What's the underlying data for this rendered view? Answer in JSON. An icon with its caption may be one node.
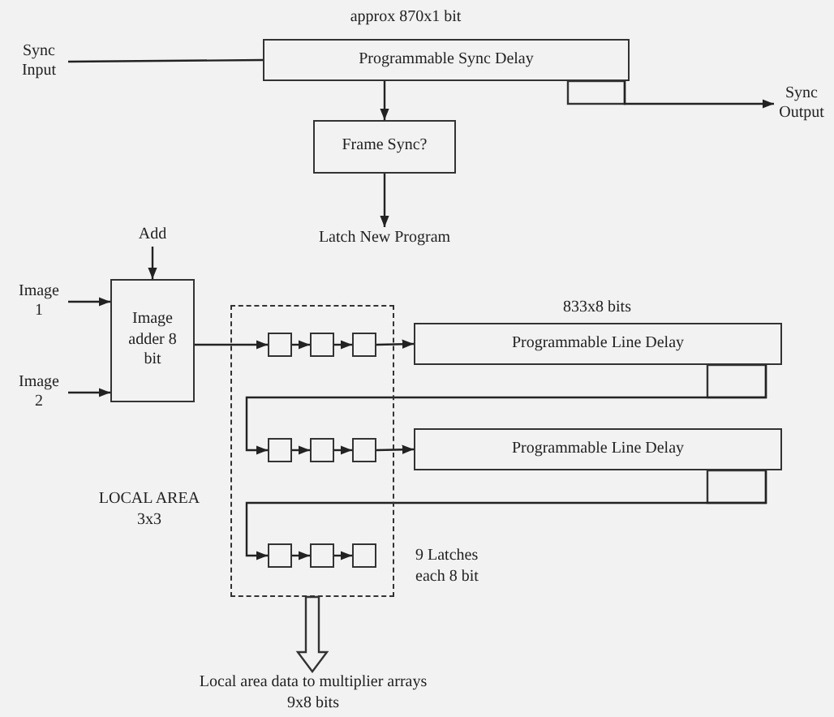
{
  "diagram": {
    "nodes": [
      {
        "text": [
          "Sync Input"
        ]
      },
      {
        "text": [
          "Programmable Sync Delay"
        ],
        "beside": [
          "approx 870x1 bit"
        ]
      },
      {
        "text": [
          "Sync Output"
        ]
      },
      {
        "text": [
          "Frame Sync?"
        ]
      },
      {
        "text": [
          "Latch New Program"
        ]
      },
      {
        "text": [
          "Add"
        ]
      },
      {
        "text": [
          "Image 1"
        ]
      },
      {
        "text": [
          "Image 2"
        ]
      },
      {
        "text": [
          "Image adder 8 bit"
        ]
      },
      {
        "text": [
          "LOCAL AREA 3x3"
        ]
      },
      {
        "text": [],
        "shape": "box",
        "in": 9
      },
      {
        "text": [],
        "shape": "box",
        "in": 9
      },
      {
        "text": [],
        "shape": "box",
        "in": 9
      },
      {
        "text": [
          "Programmable Line Delay"
        ],
        "beside": [
          "833x8 bits"
        ]
      },
      {
        "text": [],
        "shape": "box",
        "in": 9
      },
      {
        "text": [],
        "shape": "box",
        "in": 9
      },
      {
        "text": [],
        "shape": "box",
        "in": 9
      },
      {
        "text": [
          "Programmable Line Delay"
        ]
      },
      {
        "text": [],
        "shape": "box",
        "in": 9
      },
      {
        "text": [],
        "shape": "box",
        "in": 9
      },
      {
        "text": [],
        "shape": "box",
        "in": 9
      },
      {
        "text": [
          "Local area data to multiplier arrays",
          "9x8 bits"
        ]
      }
    ],
    "edges": [
      {
        "from": 0,
        "to": 1,
        "arrow": "none"
      },
      {
        "from": 1,
        "to": 2,
        "arrow": "to"
      },
      {
        "from": 1,
        "to": 3,
        "arrow": "to"
      },
      {
        "from": 3,
        "to": 4,
        "arrow": "to"
      },
      {
        "from": 5,
        "to": 8,
        "arrow": "to"
      },
      {
        "from": 6,
        "to": 8,
        "arrow": "to"
      },
      {
        "from": 7,
        "to": 8,
        "arrow": "to"
      },
      {
        "from": 8,
        "to": 10,
        "arrow": "to"
      },
      {
        "from": 10,
        "to": 11,
        "arrow": "to"
      },
      {
        "from": 11,
        "to": 12,
        "arrow": "to"
      },
      {
        "from": 12,
        "to": 13,
        "arrow": "to"
      },
      {
        "from": 13,
        "to": 14,
        "arrow": "to"
      },
      {
        "from": 14,
        "to": 15,
        "arrow": "to"
      },
      {
        "from": 15,
        "to": 16,
        "arrow": "to"
      },
      {
        "from": 16,
        "to": 17,
        "arrow": "to"
      },
      {
        "from": 17,
        "to": 18,
        "arrow": "to"
      },
      {
        "from": 18,
        "to": 19,
        "arrow": "to"
      },
      {
        "from": 19,
        "to": 20,
        "arrow": "to"
      },
      {
        "from": 9,
        "to": 21,
        "arrow": "to",
        "style": "thick"
      }
    ],
    "labels": [
      "9 Latches each 8 bit"
    ]
  }
}
